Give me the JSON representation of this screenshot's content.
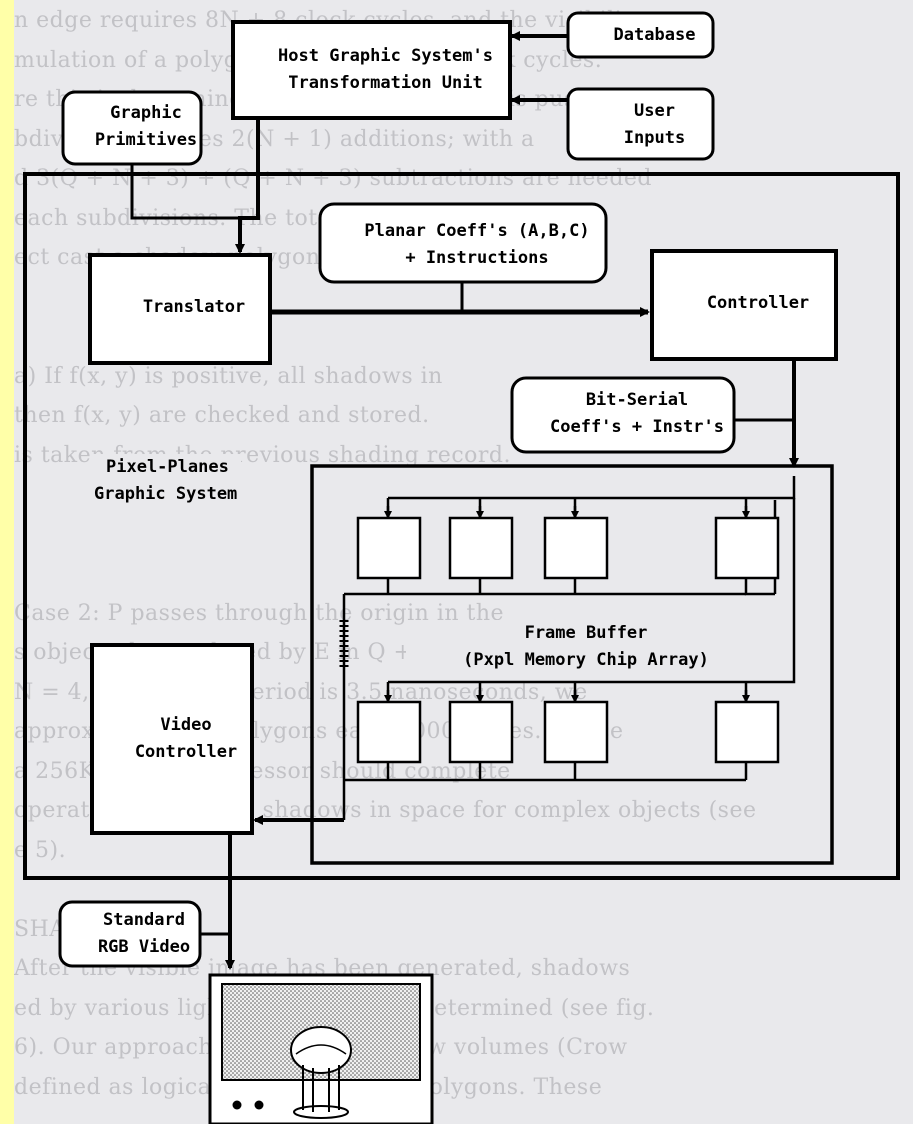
{
  "nodes": {
    "host": [
      "Host Graphic System's",
      "Transformation Unit"
    ],
    "database": "Database",
    "user_inputs": [
      "User",
      "Inputs"
    ],
    "graphic_primitives": [
      "Graphic",
      "Primitives"
    ],
    "planar_coeffs": [
      "Planar Coeff's (A,B,C)",
      "+ Instructions"
    ],
    "translator": "Translator",
    "controller": "Controller",
    "bit_serial": [
      "Bit-Serial",
      "Coeff's + Instr's"
    ],
    "pixel_planes": [
      "Pixel-Planes",
      "Graphic System"
    ],
    "frame_buffer": [
      "Frame Buffer",
      "(Pxpl Memory Chip Array)"
    ],
    "video_controller": [
      "Video",
      "Controller"
    ],
    "standard_rgb": [
      "Standard",
      "RGB Video"
    ]
  },
  "background_text": [
    "n edge requires 8N + 8 clock cycles, and the visibility",
    "mulation of a polygon requires N + 8 clock cycles.",
    "re this is determined the final reflectance is pushed",
    "bdivision requires 2(N + 1) additions; with a",
    "d 3(Q + N + 3) + (Q + N + 3) subtractions are needed",
    "each subdivisions. The total time to process a",
    "ect cast a shadow polygon is N clock cycles.",
    "",
    "",
    "a) If f(x, y) is positive, all shadows in",
    "then f(x, y) are checked and stored.",
    "is taken from the previous shading record.",
    "",
    "",
    "",
    "Case 2: P passes through the origin in the",
    "s object, then ordered by E in Q + N + 3",
    "N = 4, and a clock period is 3.5 nanoseconds, we",
    "approximately 20 polygons each 1000 cycles. Hence",
    "a 256K shadow processor should complete",
    "operations and more shadows in space for complex objects (see",
    "e 5).",
    "",
    "SHADOWS",
    "After the visible image has been generated, shadows",
    "ed by various light sources can be determined (see fig.",
    "6). Our approach determines shadow volumes (Crow",
    "defined as logical intersections of polygons. These"
  ]
}
